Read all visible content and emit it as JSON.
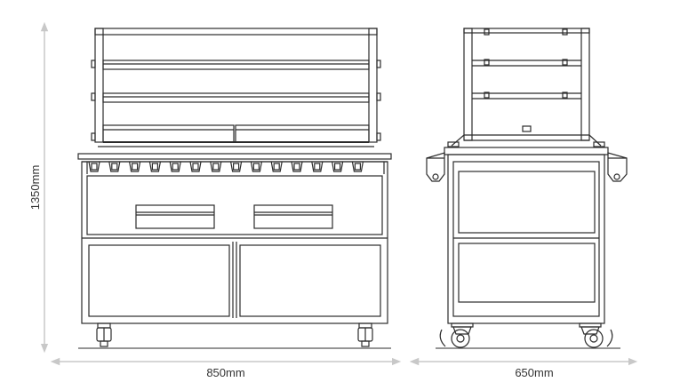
{
  "dimensions": {
    "height_label": "1350mm",
    "front_width_label": "850mm",
    "side_width_label": "650mm"
  },
  "colors": {
    "line": "#2b2b2b",
    "dimension_line": "#c8c8c8",
    "dimension_text": "#333333",
    "background": "#ffffff"
  }
}
